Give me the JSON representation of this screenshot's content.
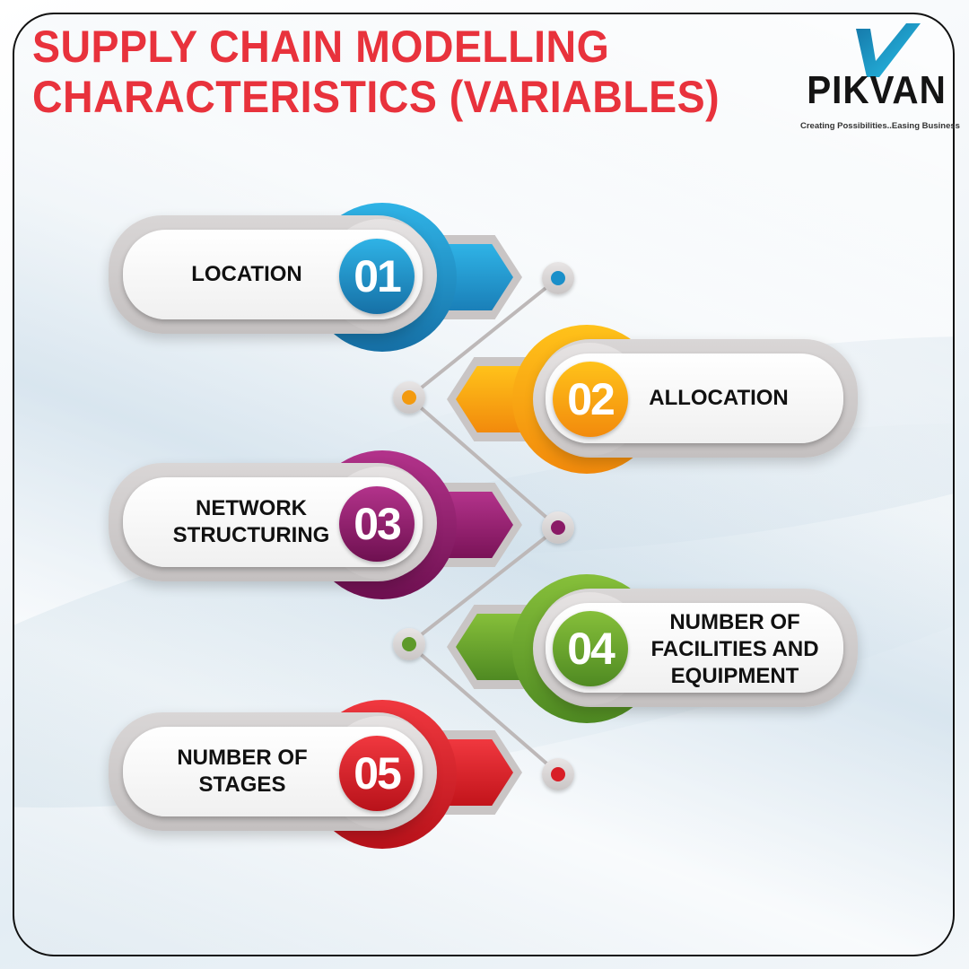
{
  "title": {
    "line1": "SUPPLY CHAIN MODELLING",
    "line2": "CHARACTERISTICS (VARIABLES)",
    "color": "#e8323c"
  },
  "logo": {
    "name": "PIKVAN",
    "tagline": "Creating Possibilities..Easing Business",
    "icon": "checkmark-v-icon",
    "accent": "#1aa7d8"
  },
  "steps": [
    {
      "number": "01",
      "label": "LOCATION",
      "color": "#1a8fc9",
      "light": "#2fb3e6",
      "side": "left"
    },
    {
      "number": "02",
      "label": "ALLOCATION",
      "color": "#f39a0f",
      "light": "#ffc21a",
      "side": "right"
    },
    {
      "number": "03",
      "label": "NETWORK STRUCTURING",
      "line1": "NETWORK",
      "line2": "STRUCTURING",
      "color": "#8a1a66",
      "light": "#b3338b",
      "side": "left"
    },
    {
      "number": "04",
      "label": "NUMBER OF FACILITIES AND EQUIPMENT",
      "line1": "NUMBER OF",
      "line2": "FACILITIES AND",
      "line3": "EQUIPMENT",
      "color": "#5e9a2a",
      "light": "#86bf3a",
      "side": "right"
    },
    {
      "number": "05",
      "label": "NUMBER OF STAGES",
      "line1": "NUMBER OF",
      "line2": "STAGES",
      "color": "#d81e26",
      "light": "#f0383f",
      "side": "left"
    }
  ]
}
